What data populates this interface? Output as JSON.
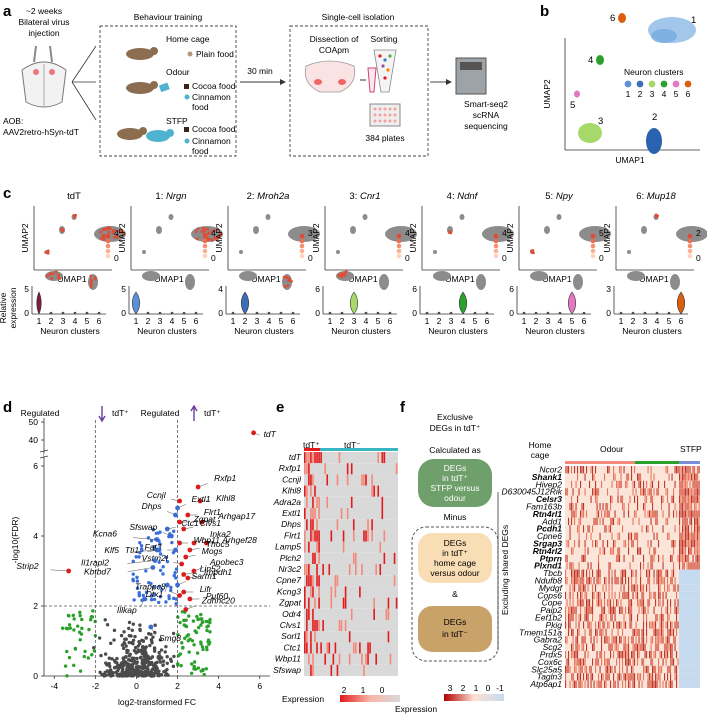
{
  "panels": {
    "a": "a",
    "b": "b",
    "c": "c",
    "d": "d",
    "e": "e",
    "f": "f"
  },
  "a": {
    "injection": [
      "~2 weeks",
      "Bilateral virus",
      "injection"
    ],
    "aob": [
      "AOB:",
      "AAV2retro-hSyn-tdT"
    ],
    "behaviour_title": "Behaviour training",
    "groups": [
      {
        "name": "Home cage",
        "foods": [
          "Plain food"
        ]
      },
      {
        "name": "Odour",
        "foods": [
          "Cocoa food",
          "Cinnamon",
          "food"
        ]
      },
      {
        "name": "STFP",
        "foods": [
          "Cocoa food",
          "Cinnamon",
          "food"
        ]
      }
    ],
    "delay": "30 min",
    "isolation_title": "Single-cell isolation",
    "dissection": [
      "Dissection of",
      "COApm"
    ],
    "sorting": "Sorting",
    "plates": "384 plates",
    "sequencing": [
      "Smart-seq2",
      "scRNA",
      "sequencing"
    ]
  },
  "b": {
    "xlabel": "UMAP1",
    "ylabel": "UMAP2",
    "legend_title": "Neuron clusters",
    "clusters": [
      "1",
      "2",
      "3",
      "4",
      "5",
      "6"
    ],
    "colors": [
      "#5b8fd6",
      "#3a6fb5",
      "#a6d96a",
      "#2ca02c",
      "#e377c2",
      "#d95f0e"
    ]
  },
  "c": {
    "titles": [
      {
        "pre": "tdT",
        "gene": ""
      },
      {
        "pre": "1: ",
        "gene": "Nrgn"
      },
      {
        "pre": "2: ",
        "gene": "Mroh2a"
      },
      {
        "pre": "3: ",
        "gene": "Cnr1"
      },
      {
        "pre": "4: ",
        "gene": "Ndnf"
      },
      {
        "pre": "5: ",
        "gene": "Npy"
      },
      {
        "pre": "6: ",
        "gene": "Mup18"
      }
    ],
    "scale_max": [
      "4",
      "4",
      "3",
      "4",
      "4",
      "5",
      "2"
    ],
    "scale_min": "0",
    "violin_max": [
      "5",
      "5",
      "4",
      "6",
      "6",
      "6",
      "3"
    ],
    "violin_min": "0",
    "xlabel": "UMAP1",
    "ylabel": "UMAP2",
    "violin_ylabel": [
      "Relative",
      "expression"
    ],
    "violin_xlabel": "Neuron clusters",
    "violin_ticks": [
      "1",
      "2",
      "3",
      "4",
      "5",
      "6"
    ]
  },
  "d": {
    "chart_data": {
      "type": "scatter",
      "xlabel": "log2-transformed FC",
      "ylabel": "-log10(FDR)",
      "xticks": [
        "-4",
        "-2",
        "0",
        "2",
        "4",
        "6"
      ],
      "yticks": [
        "0",
        "2",
        "4",
        "6",
        "40",
        "50"
      ],
      "xlim": [
        -4.5,
        6.5
      ],
      "thresholds": {
        "log2fc": [
          -2,
          2
        ],
        "neglog10_fdr": 2
      },
      "regulated_down": "Regulated",
      "regulated_up": "Regulated",
      "tdt_plus": "tdT⁺",
      "points": [
        {
          "label": "tdT",
          "x": 5.7,
          "y": 44
        },
        {
          "label": "Strip2",
          "x": -3.3,
          "y": 3.0
        },
        {
          "label": "Rxfp1",
          "x": 3.0,
          "y": 5.4
        },
        {
          "label": "Klhl8",
          "x": 3.1,
          "y": 5.0
        },
        {
          "label": "Ccnjl",
          "x": 2.1,
          "y": 5.0
        },
        {
          "label": "Extl1",
          "x": 2.0,
          "y": 4.8
        },
        {
          "label": "Flrt1",
          "x": 2.5,
          "y": 4.6
        },
        {
          "label": "Arhgap17",
          "x": 3.2,
          "y": 4.4
        },
        {
          "label": "Dhps",
          "x": 1.9,
          "y": 4.6
        },
        {
          "label": "Zgpat",
          "x": 2.1,
          "y": 4.4
        },
        {
          "label": "Clvs1",
          "x": 2.3,
          "y": 4.2
        },
        {
          "label": "Inka2",
          "x": 2.8,
          "y": 3.8
        },
        {
          "label": "Arhgef28",
          "x": 3.4,
          "y": 3.8
        },
        {
          "label": "Ctc1",
          "x": 1.5,
          "y": 4.2
        },
        {
          "label": "Sfswap",
          "x": 1.7,
          "y": 4.0
        },
        {
          "label": "Wbp11",
          "x": 2.1,
          "y": 3.8
        },
        {
          "label": "Thoc5",
          "x": 2.6,
          "y": 3.6
        },
        {
          "label": "Kcna6",
          "x": 1.0,
          "y": 3.9
        },
        {
          "label": "Fat3",
          "x": 1.9,
          "y": 3.6
        },
        {
          "label": "Mogs",
          "x": 2.4,
          "y": 3.4
        },
        {
          "label": "Klf5",
          "x": 1.0,
          "y": 3.6
        },
        {
          "label": "Tti1",
          "x": 1.1,
          "y": 3.6
        },
        {
          "label": "Vstm2l",
          "x": 2.2,
          "y": 3.2
        },
        {
          "label": "Apobec3",
          "x": 2.8,
          "y": 3.0
        },
        {
          "label": "Il1rapl2",
          "x": 0.9,
          "y": 3.3
        },
        {
          "label": "Lin52",
          "x": 2.3,
          "y": 2.9
        },
        {
          "label": "Kbtbd7",
          "x": 0.8,
          "y": 3.1
        },
        {
          "label": "Dtx1",
          "x": 1.5,
          "y": 2.6
        },
        {
          "label": "Impdh1",
          "x": 2.5,
          "y": 2.8
        },
        {
          "label": "Sarm1",
          "x": 2.0,
          "y": 2.6
        },
        {
          "label": "Lifr",
          "x": 2.3,
          "y": 2.4
        },
        {
          "label": "Illkap",
          "x": 0.4,
          "y": 2.2
        },
        {
          "label": "Trappc8",
          "x": 2.1,
          "y": 2.3
        },
        {
          "label": "Puf60",
          "x": 2.6,
          "y": 2.2
        },
        {
          "label": "Smg8",
          "x": 0.7,
          "y": 1.4
        },
        {
          "label": "Zdhhc20",
          "x": 2.4,
          "y": 1.9
        }
      ]
    }
  },
  "e": {
    "groups": [
      "tdT⁺",
      "tdT⁻"
    ],
    "genes": [
      "tdT",
      "Rxfp1",
      "Ccnjl",
      "Klhl8",
      "Adra2a",
      "Extl1",
      "Dhps",
      "Flrt1",
      "Lamp5",
      "Plch2",
      "Nr3c2",
      "Cpne7",
      "Kcng3",
      "Zgpat",
      "Odr4",
      "Clvs1",
      "Sorl1",
      "Ctc1",
      "Wbp11",
      "Sfswap"
    ],
    "legend_title": "Expression",
    "legend_ticks": [
      "2",
      "1",
      "0"
    ]
  },
  "f": {
    "title": [
      "Exclusive",
      "DEGs in tdT⁺"
    ],
    "calculated_as": "Calculated as",
    "box1": [
      "DEGs",
      "in tdT⁺",
      "STFP versus",
      "odour"
    ],
    "minus": "Minus",
    "box2": [
      "DEGs",
      "in tdT⁺",
      "home cage",
      "versus odour"
    ],
    "amp": "&",
    "box3": [
      "DEGs",
      "in tdT⁻"
    ],
    "excluding": "Excluding shared DEGs",
    "groups": [
      "Home",
      "cage",
      "Odour",
      "STFP"
    ],
    "genes": [
      {
        "name": "Ncor2",
        "bold": false
      },
      {
        "name": "Shank1",
        "bold": true
      },
      {
        "name": "Hivep2",
        "bold": false
      },
      {
        "name": "D630045J12Rik",
        "bold": false
      },
      {
        "name": "Celsr3",
        "bold": true
      },
      {
        "name": "Fam163b",
        "bold": false
      },
      {
        "name": "Rtn4rl1",
        "bold": true
      },
      {
        "name": "Add1",
        "bold": false
      },
      {
        "name": "Pcdh1",
        "bold": true
      },
      {
        "name": "Cpne6",
        "bold": false
      },
      {
        "name": "Srgap3",
        "bold": true
      },
      {
        "name": "Rtn4rl2",
        "bold": true
      },
      {
        "name": "Ptprn",
        "bold": true
      },
      {
        "name": "Plxnd1",
        "bold": true
      },
      {
        "name": "Tbcb",
        "bold": false
      },
      {
        "name": "Ndufb8",
        "bold": false
      },
      {
        "name": "Mydgf",
        "bold": false
      },
      {
        "name": "Cops6",
        "bold": false
      },
      {
        "name": "Cope",
        "bold": false
      },
      {
        "name": "Paip2",
        "bold": false
      },
      {
        "name": "Eef1b2",
        "bold": false
      },
      {
        "name": "Pkig",
        "bold": false
      },
      {
        "name": "Tmem151a",
        "bold": false
      },
      {
        "name": "Gabra2",
        "bold": false
      },
      {
        "name": "Scg2",
        "bold": false
      },
      {
        "name": "Prdx5",
        "bold": false
      },
      {
        "name": "Cox6c",
        "bold": false
      },
      {
        "name": "Slc25a5",
        "bold": false
      },
      {
        "name": "Tagln3",
        "bold": false
      },
      {
        "name": "Atp6ap1",
        "bold": false
      }
    ],
    "legend_title": "Expression",
    "legend_ticks": [
      "3",
      "2",
      "1",
      "0",
      "-1"
    ]
  },
  "colors": {
    "red": "#d7301f",
    "blue": "#3b6fd9",
    "green": "#2ca02c",
    "gray": "#8c8c8c",
    "purple": "#6a3d9a",
    "teal": "#3ab5c4"
  }
}
